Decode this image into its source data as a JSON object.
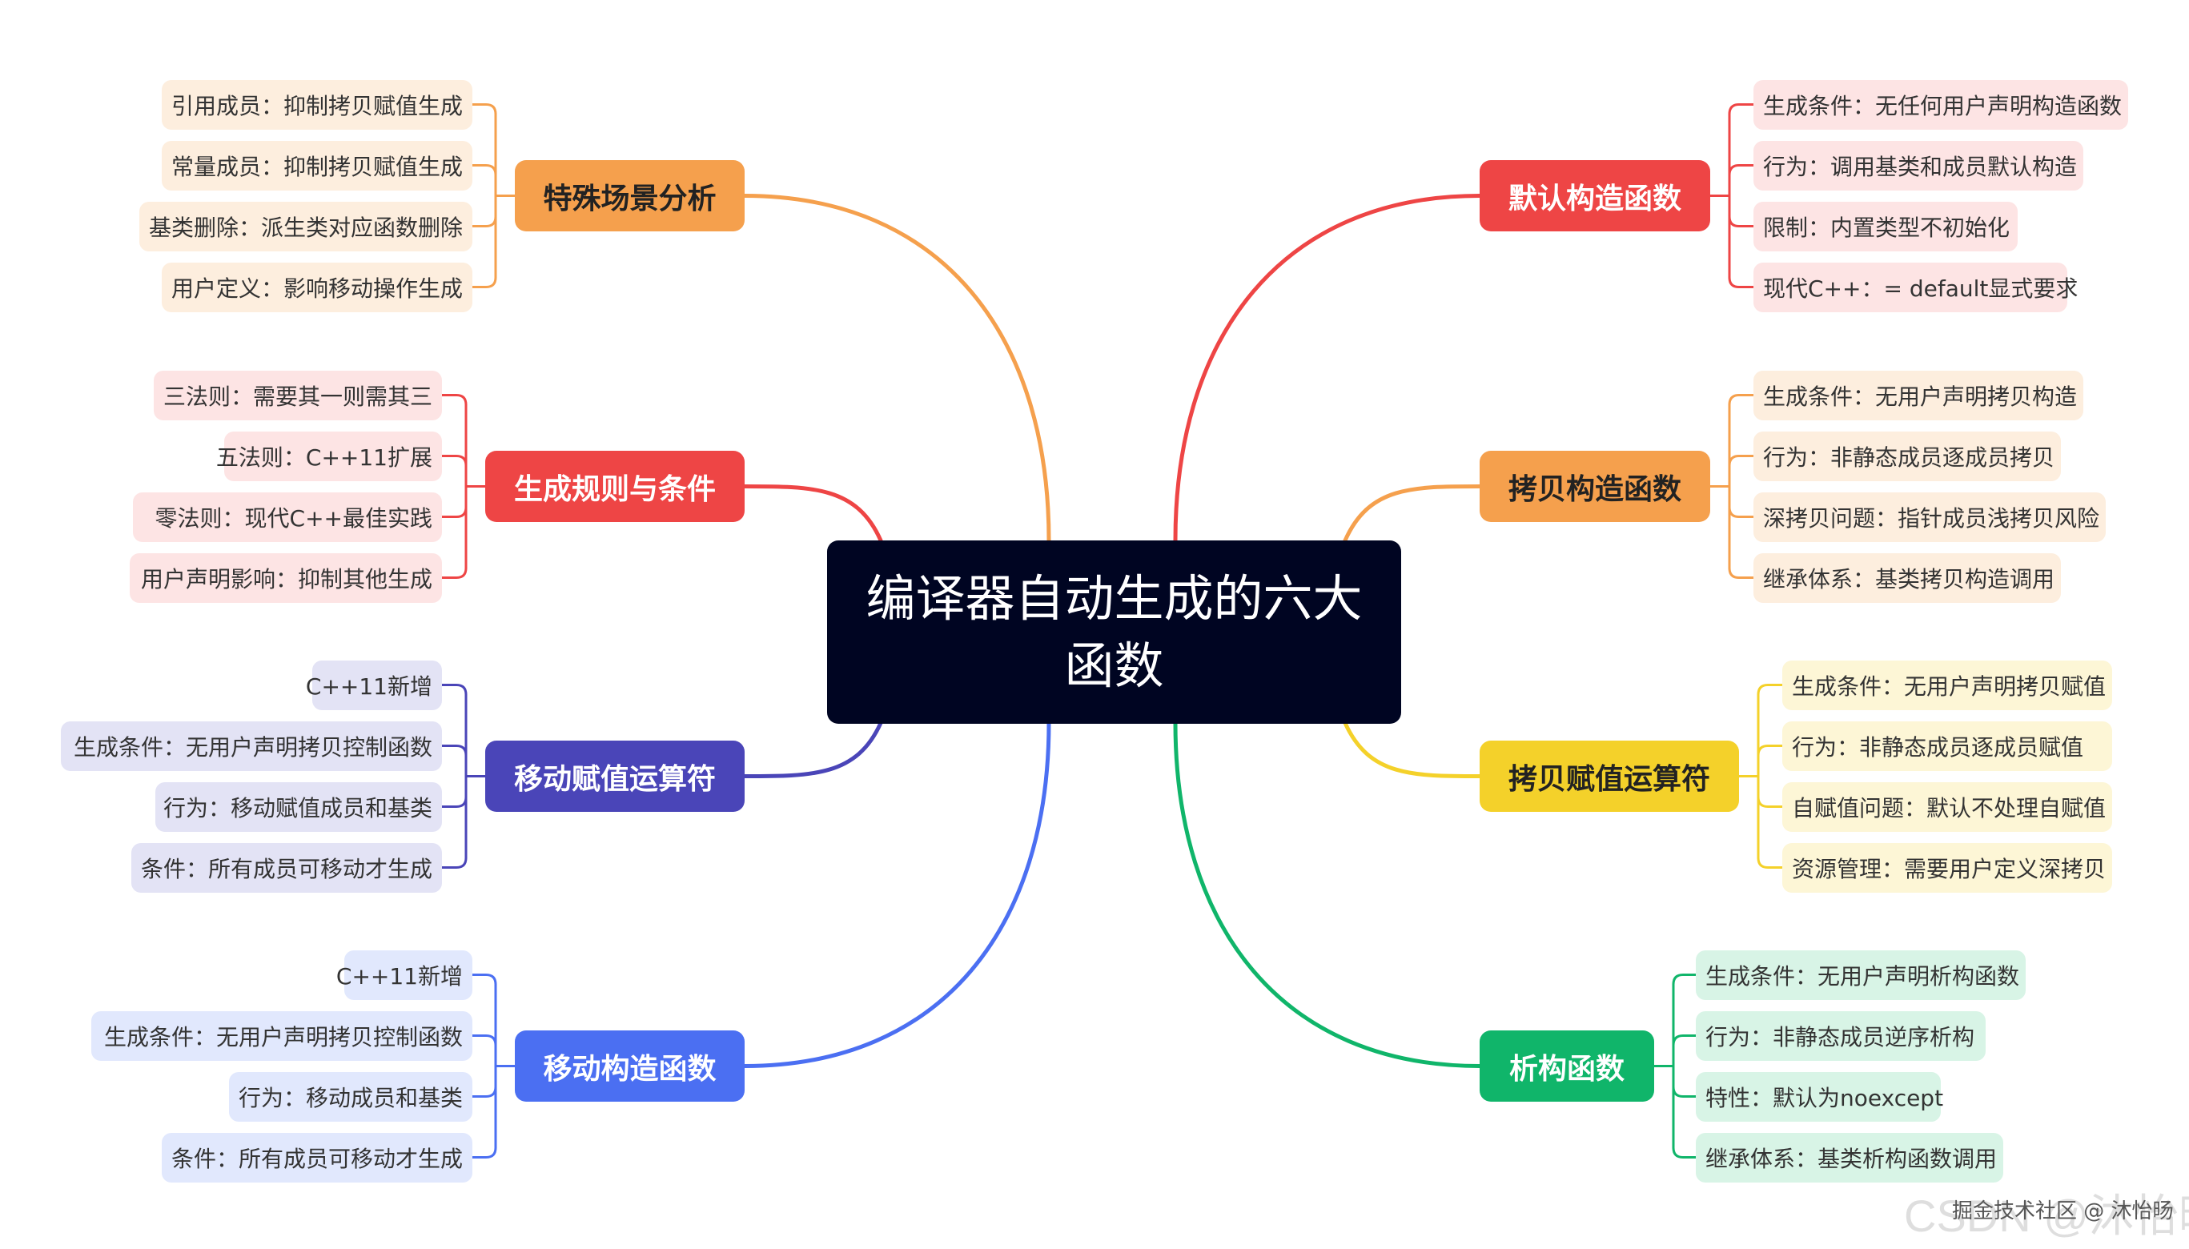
{
  "root": {
    "line1": "编译器自动生成的六大",
    "line2": "函数"
  },
  "branches": [
    {
      "id": "b0",
      "label": "默认构造函数",
      "side": "right",
      "color": "#ee4545",
      "text": "#ffffff",
      "leafbg": "#fde4e4",
      "leaves": [
        "生成条件：无任何用户声明构造函数",
        "行为：调用基类和成员默认构造",
        "限制：内置类型不初始化",
        "现代C++：= default显式要求"
      ]
    },
    {
      "id": "b1",
      "label": "拷贝构造函数",
      "side": "right",
      "color": "#f5a04d",
      "text": "#222222",
      "leafbg": "#fdeede",
      "leaves": [
        "生成条件：无用户声明拷贝构造",
        "行为：非静态成员逐成员拷贝",
        "深拷贝问题：指针成员浅拷贝风险",
        "继承体系：基类拷贝构造调用"
      ]
    },
    {
      "id": "b2",
      "label": "拷贝赋值运算符",
      "side": "right",
      "color": "#f4d12a",
      "text": "#222222",
      "leafbg": "#fdf6d6",
      "leaves": [
        "生成条件：无用户声明拷贝赋值",
        "行为：非静态成员逐成员赋值",
        "自赋值问题：默认不处理自赋值",
        "资源管理：需要用户定义深拷贝"
      ]
    },
    {
      "id": "b3",
      "label": "析构函数",
      "side": "right",
      "color": "#10b56a",
      "text": "#ffffff",
      "leafbg": "#d8f4e6",
      "leaves": [
        "生成条件：无用户声明析构函数",
        "行为：非静态成员逆序析构",
        "特性：默认为noexcept",
        "继承体系：基类析构函数调用"
      ]
    },
    {
      "id": "b4",
      "label": "特殊场景分析",
      "side": "left",
      "color": "#f5a04d",
      "text": "#222222",
      "leafbg": "#fdeede",
      "leaves": [
        "引用成员：抑制拷贝赋值生成",
        "常量成员：抑制拷贝赋值生成",
        "基类删除：派生类对应函数删除",
        "用户定义：影响移动操作生成"
      ]
    },
    {
      "id": "b5",
      "label": "生成规则与条件",
      "side": "left",
      "color": "#ee4545",
      "text": "#ffffff",
      "leafbg": "#fde4e4",
      "leaves": [
        "三法则：需要其一则需其三",
        "五法则：C++11扩展",
        "零法则：现代C++最佳实践",
        "用户声明影响：抑制其他生成"
      ]
    },
    {
      "id": "b6",
      "label": "移动赋值运算符",
      "side": "left",
      "color": "#4a45b8",
      "text": "#ffffff",
      "leafbg": "#e3e3f5",
      "leaves": [
        "C++11新增",
        "生成条件：无用户声明拷贝控制函数",
        "行为：移动赋值成员和基类",
        "条件：所有成员可移动才生成"
      ]
    },
    {
      "id": "b7",
      "label": "移动构造函数",
      "side": "left",
      "color": "#4b6ff2",
      "text": "#ffffff",
      "leafbg": "#e1e8fd",
      "leaves": [
        "C++11新增",
        "生成条件：无用户声明拷贝控制函数",
        "行为：移动成员和基类",
        "条件：所有成员可移动才生成"
      ]
    }
  ],
  "watermark": {
    "text": "掘金技术社区 @ 沐怡旸",
    "bg": "CSDN @沐怡旸"
  }
}
